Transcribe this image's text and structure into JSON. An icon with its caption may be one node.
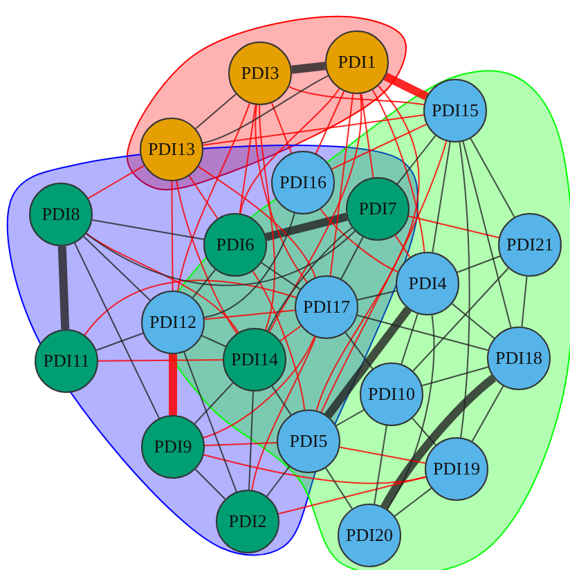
{
  "diagram": {
    "nodes": [
      {
        "text": [
          "PDI1"
        ]
      },
      {
        "text": [
          "PDI3"
        ]
      },
      {
        "text": [
          "PDI15"
        ]
      },
      {
        "text": [
          "PDI13"
        ]
      },
      {
        "text": [
          "PDI16"
        ]
      },
      {
        "text": [
          "PDI7"
        ]
      },
      {
        "text": [
          "PDI8"
        ]
      },
      {
        "text": [
          "PDI6"
        ]
      },
      {
        "text": [
          "PDI21"
        ]
      },
      {
        "text": [
          "PDI4"
        ]
      },
      {
        "text": [
          "PDI17"
        ]
      },
      {
        "text": [
          "PDI12"
        ]
      },
      {
        "text": [
          "PDI14"
        ]
      },
      {
        "text": [
          "PDI18"
        ]
      },
      {
        "text": [
          "PDI11"
        ]
      },
      {
        "text": [
          "PDI10"
        ]
      },
      {
        "text": [
          "PDI5"
        ]
      },
      {
        "text": [
          "PDI9"
        ]
      },
      {
        "text": [
          "PDI19"
        ]
      },
      {
        "text": [
          "PDI2"
        ]
      },
      {
        "text": [
          "PDI20"
        ]
      }
    ],
    "edges": [
      {
        "from": 1,
        "to": 0,
        "arrow": "none",
        "style": "thick"
      },
      {
        "from": 5,
        "to": 7,
        "arrow": "none",
        "style": "thick"
      },
      {
        "from": 6,
        "to": 14,
        "arrow": "none",
        "style": "thick"
      },
      {
        "from": 9,
        "to": 16,
        "arrow": "none",
        "style": "thick"
      },
      {
        "from": 13,
        "to": 20,
        "arrow": "none",
        "style": "thick"
      },
      {
        "from": 0,
        "to": 2,
        "arrow": "none",
        "style": "thick",
        "color": "#ff0000"
      },
      {
        "from": 11,
        "to": 17,
        "arrow": "none",
        "style": "thick",
        "color": "#ff0000"
      },
      {
        "from": 0,
        "to": 4,
        "arrow": "none",
        "color": "#ff0000"
      },
      {
        "from": 0,
        "to": 7,
        "arrow": "none",
        "color": "#ff0000"
      },
      {
        "from": 0,
        "to": 5,
        "arrow": "none",
        "color": "#ff0000"
      },
      {
        "from": 0,
        "to": 9,
        "arrow": "none",
        "color": "#ff0000"
      },
      {
        "from": 0,
        "to": 10,
        "arrow": "none",
        "color": "#ff0000"
      },
      {
        "from": 0,
        "to": 12,
        "arrow": "none",
        "color": "#ff0000"
      },
      {
        "from": 0,
        "to": 16,
        "arrow": "none",
        "color": "#ff0000"
      },
      {
        "from": 1,
        "to": 2,
        "arrow": "none",
        "color": "#ff0000"
      },
      {
        "from": 1,
        "to": 7,
        "arrow": "none",
        "color": "#ff0000"
      },
      {
        "from": 1,
        "to": 12,
        "arrow": "none",
        "color": "#ff0000"
      },
      {
        "from": 1,
        "to": 11,
        "arrow": "none",
        "color": "#ff0000"
      },
      {
        "from": 1,
        "to": 4,
        "arrow": "none",
        "color": "#ff0000"
      },
      {
        "from": 1,
        "to": 10,
        "arrow": "none",
        "color": "#ff0000"
      },
      {
        "from": 3,
        "to": 2,
        "arrow": "none",
        "color": "#ff0000"
      },
      {
        "from": 3,
        "to": 7,
        "arrow": "none",
        "color": "#ff0000"
      },
      {
        "from": 3,
        "to": 12,
        "arrow": "none",
        "color": "#ff0000"
      },
      {
        "from": 3,
        "to": 6,
        "arrow": "none",
        "color": "#ff0000"
      },
      {
        "from": 3,
        "to": 10,
        "arrow": "none",
        "color": "#ff0000"
      },
      {
        "from": 3,
        "to": 11,
        "arrow": "none",
        "color": "#ff0000"
      },
      {
        "from": 6,
        "to": 12,
        "arrow": "none",
        "color": "#ff0000"
      },
      {
        "from": 14,
        "to": 10,
        "arrow": "none",
        "color": "#ff0000"
      },
      {
        "from": 14,
        "to": 12,
        "arrow": "none",
        "color": "#ff0000"
      },
      {
        "from": 11,
        "to": 10,
        "arrow": "none",
        "color": "#ff0000"
      },
      {
        "from": 17,
        "to": 10,
        "arrow": "none",
        "color": "#ff0000"
      },
      {
        "from": 17,
        "to": 18,
        "arrow": "none",
        "color": "#ff0000"
      },
      {
        "from": 19,
        "to": 18,
        "arrow": "none",
        "color": "#ff0000"
      },
      {
        "from": 19,
        "to": 10,
        "arrow": "none",
        "color": "#ff0000"
      },
      {
        "from": 16,
        "to": 18,
        "arrow": "none",
        "color": "#ff0000"
      },
      {
        "from": 12,
        "to": 10,
        "arrow": "none",
        "color": "#ff0000"
      },
      {
        "from": 5,
        "to": 8,
        "arrow": "none",
        "color": "#ff0000"
      },
      {
        "from": 5,
        "to": 9,
        "arrow": "none",
        "color": "#ff0000"
      },
      {
        "from": 4,
        "to": 9,
        "arrow": "none",
        "color": "#ff0000"
      },
      {
        "from": 2,
        "to": 4,
        "arrow": "none",
        "color": "#ff0000"
      },
      {
        "from": 2,
        "to": 16,
        "arrow": "none",
        "color": "#ff0000"
      },
      {
        "from": 7,
        "to": 16,
        "arrow": "none",
        "color": "#ff0000"
      },
      {
        "from": 17,
        "to": 16,
        "arrow": "none",
        "color": "#ff0000"
      },
      {
        "from": 1,
        "to": 3,
        "arrow": "none"
      },
      {
        "from": 0,
        "to": 3,
        "arrow": "none"
      },
      {
        "from": 6,
        "to": 5,
        "arrow": "none"
      },
      {
        "from": 6,
        "to": 7,
        "arrow": "none"
      },
      {
        "from": 6,
        "to": 11,
        "arrow": "none"
      },
      {
        "from": 6,
        "to": 17,
        "arrow": "none"
      },
      {
        "from": 14,
        "to": 11,
        "arrow": "none"
      },
      {
        "from": 11,
        "to": 12,
        "arrow": "none"
      },
      {
        "from": 11,
        "to": 19,
        "arrow": "none"
      },
      {
        "from": 17,
        "to": 19,
        "arrow": "none"
      },
      {
        "from": 17,
        "to": 12,
        "arrow": "none"
      },
      {
        "from": 12,
        "to": 19,
        "arrow": "none"
      },
      {
        "from": 12,
        "to": 16,
        "arrow": "none"
      },
      {
        "from": 16,
        "to": 19,
        "arrow": "none"
      },
      {
        "from": 16,
        "to": 20,
        "arrow": "none"
      },
      {
        "from": 16,
        "to": 15,
        "arrow": "none"
      },
      {
        "from": 2,
        "to": 5,
        "arrow": "none"
      },
      {
        "from": 2,
        "to": 9,
        "arrow": "none"
      },
      {
        "from": 2,
        "to": 13,
        "arrow": "none"
      },
      {
        "from": 2,
        "to": 8,
        "arrow": "none"
      },
      {
        "from": 2,
        "to": 18,
        "arrow": "none"
      },
      {
        "from": 8,
        "to": 9,
        "arrow": "none"
      },
      {
        "from": 8,
        "to": 13,
        "arrow": "none"
      },
      {
        "from": 8,
        "to": 15,
        "arrow": "none"
      },
      {
        "from": 9,
        "to": 10,
        "arrow": "none"
      },
      {
        "from": 9,
        "to": 13,
        "arrow": "none"
      },
      {
        "from": 9,
        "to": 15,
        "arrow": "none"
      },
      {
        "from": 9,
        "to": 20,
        "arrow": "none"
      },
      {
        "from": 15,
        "to": 13,
        "arrow": "none"
      },
      {
        "from": 15,
        "to": 18,
        "arrow": "none"
      },
      {
        "from": 15,
        "to": 20,
        "arrow": "none"
      },
      {
        "from": 13,
        "to": 18,
        "arrow": "none"
      },
      {
        "from": 18,
        "to": 20,
        "arrow": "none"
      },
      {
        "from": 10,
        "to": 13,
        "arrow": "none"
      },
      {
        "from": 10,
        "to": 15,
        "arrow": "none"
      },
      {
        "from": 7,
        "to": 11,
        "arrow": "none"
      },
      {
        "from": 7,
        "to": 10,
        "arrow": "none"
      },
      {
        "from": 4,
        "to": 11,
        "arrow": "none"
      },
      {
        "from": 5,
        "to": 10,
        "arrow": "none"
      },
      {
        "from": 5,
        "to": 12,
        "arrow": "none"
      }
    ]
  }
}
